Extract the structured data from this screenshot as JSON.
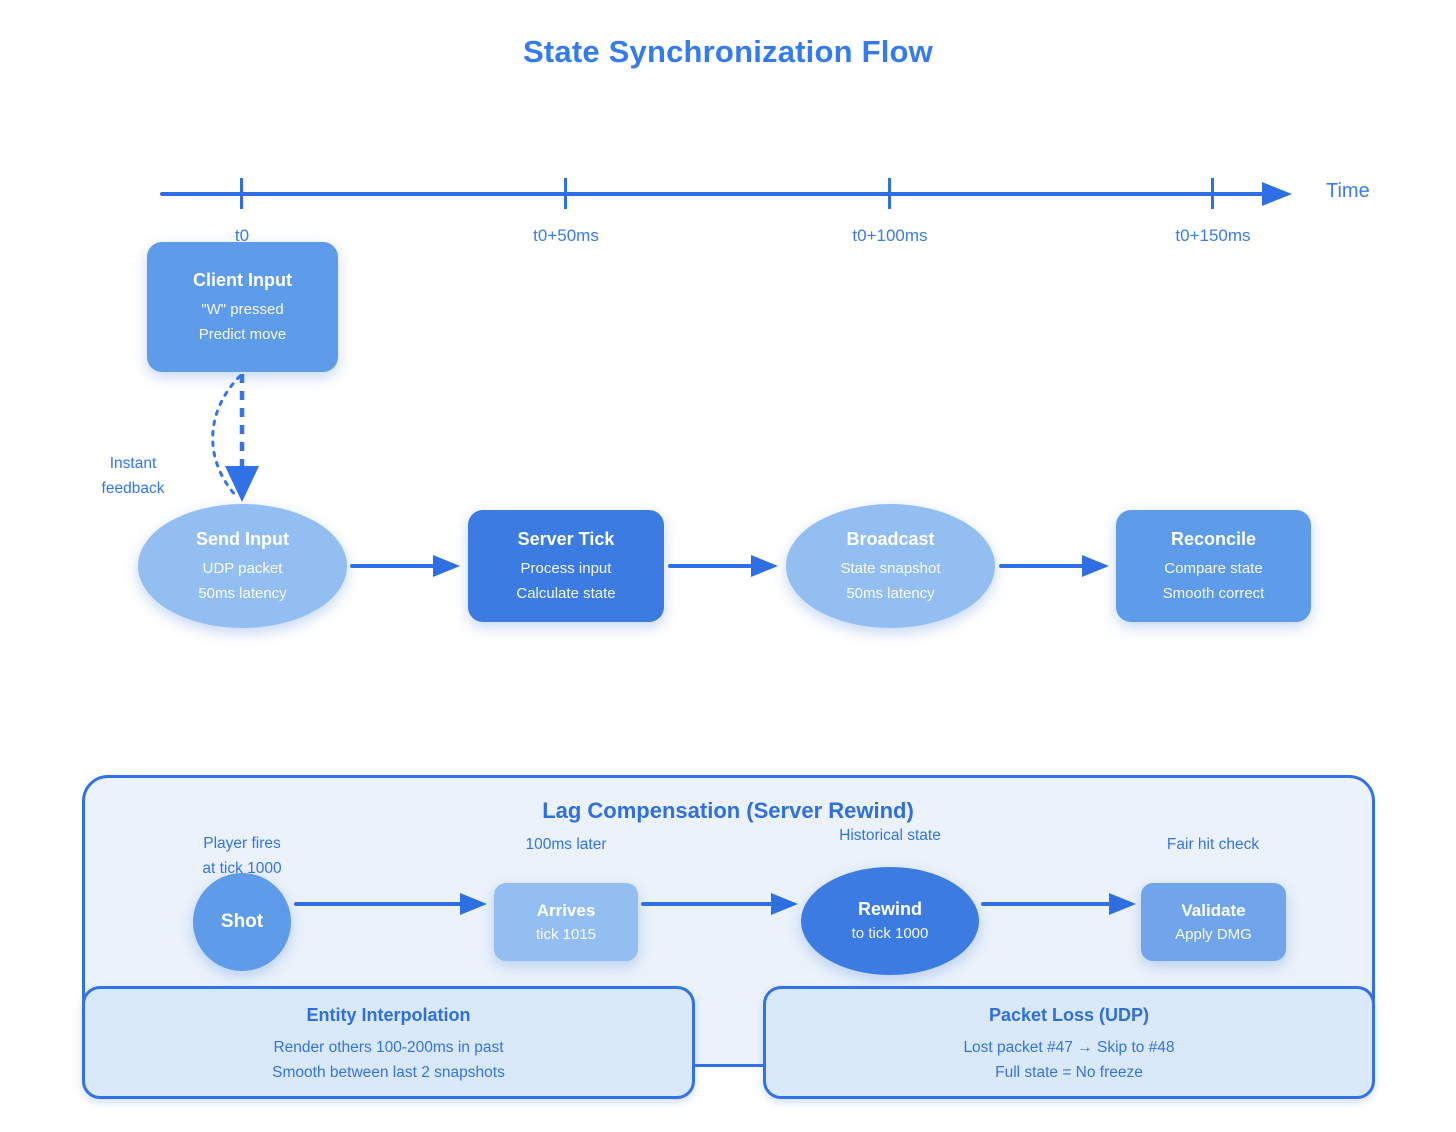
{
  "title": "State Synchronization Flow",
  "colors": {
    "accent_blue": "#347af0",
    "line_blue": "#2e6fe3",
    "node_dark": "#3c7be2",
    "node_medium": "#5e9be9",
    "node_light": "#92bef2",
    "node_validate": "#70a5eb",
    "panel_bg": "#ebf2fb",
    "info_box_bg": "#d9e9fa",
    "label_blue": "#3374ec"
  },
  "timeline": {
    "axis_label": "Time",
    "ticks": [
      "t0",
      "t0+50ms",
      "t0+100ms",
      "t0+150ms"
    ]
  },
  "client_input": {
    "title": "Client Input",
    "line1": "\"W\" pressed",
    "line2": "Predict move"
  },
  "instant_feedback": {
    "line1": "Instant",
    "line2": "feedback"
  },
  "flow": {
    "send_input": {
      "title": "Send Input",
      "line1": "UDP packet",
      "line2": "50ms latency"
    },
    "server_tick": {
      "title": "Server Tick",
      "line1": "Process input",
      "line2": "Calculate state"
    },
    "broadcast": {
      "title": "Broadcast",
      "line1": "State snapshot",
      "line2": "50ms latency"
    },
    "reconcile": {
      "title": "Reconcile",
      "line1": "Compare state",
      "line2": "Smooth correct"
    }
  },
  "lag": {
    "title": "Lag Compensation (Server Rewind)",
    "labels": {
      "player_fires_1": "Player fires",
      "player_fires_2": "at tick 1000",
      "later": "100ms later",
      "historical": "Historical state",
      "fair": "Fair hit check"
    },
    "shot": {
      "title": "Shot"
    },
    "arrives": {
      "title": "Arrives",
      "line1": "tick 1015"
    },
    "rewind": {
      "title": "Rewind",
      "line1": "to tick 1000"
    },
    "validate": {
      "title": "Validate",
      "line1": "Apply DMG"
    }
  },
  "entity_interpolation": {
    "title": "Entity Interpolation",
    "line1": "Render others 100-200ms in past",
    "line2": "Smooth between last 2 snapshots"
  },
  "packet_loss": {
    "title": "Packet Loss (UDP)",
    "line1": "Lost packet #47 → Skip to #48",
    "line2": "Full state = No freeze"
  }
}
